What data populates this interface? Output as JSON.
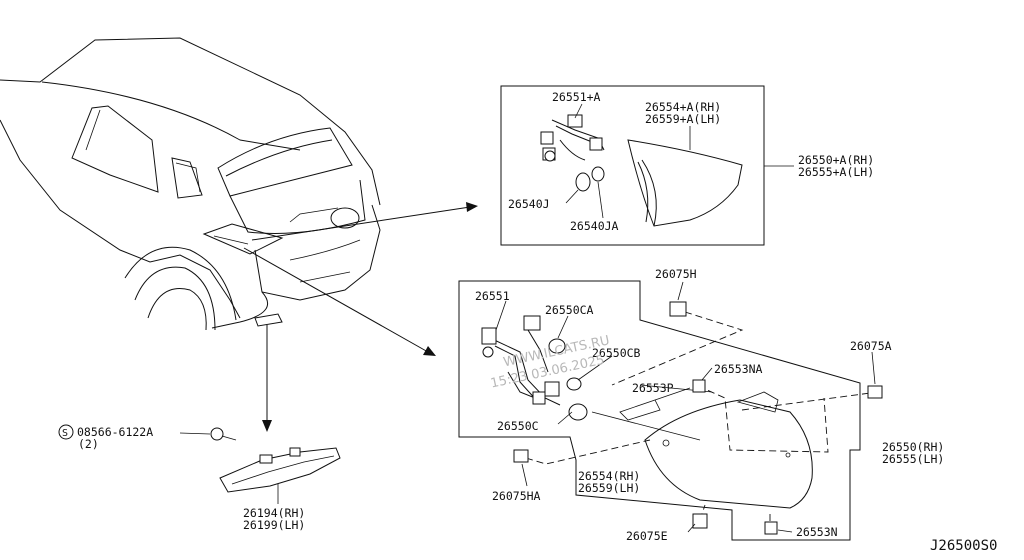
{
  "labels": {
    "p26551a": "26551+A",
    "p26554a": "26554+A(RH)",
    "p26559a": "26559+A(LH)",
    "p26550a": "26550+A(RH)",
    "p26555a": "26555+A(LH)",
    "p26540j": "26540J",
    "p26540ja": "26540JA",
    "p26075h": "26075H",
    "p26551": "26551",
    "p26550ca": "26550CA",
    "p26550cb": "26550CB",
    "p26553na": "26553NA",
    "p26553p": "26553P",
    "p26075a": "26075A",
    "p26550c": "26550C",
    "p26554": "26554(RH)",
    "p26559": "26559(LH)",
    "p26550": "26550(RH)",
    "p26555": "26555(LH)",
    "p26075ha": "26075HA",
    "p26075e": "26075E",
    "p26553n": "26553N",
    "p08566": "08566-6122A",
    "p08566qty": "(2)",
    "p26194": "26194(RH)",
    "p26199": "26199(LH)",
    "screw_symbol": "S"
  },
  "diagram_code": "J26500S0",
  "watermark": {
    "line1": "WWW.ILCATS.RU",
    "line2": "15:23 03.06.2025"
  }
}
